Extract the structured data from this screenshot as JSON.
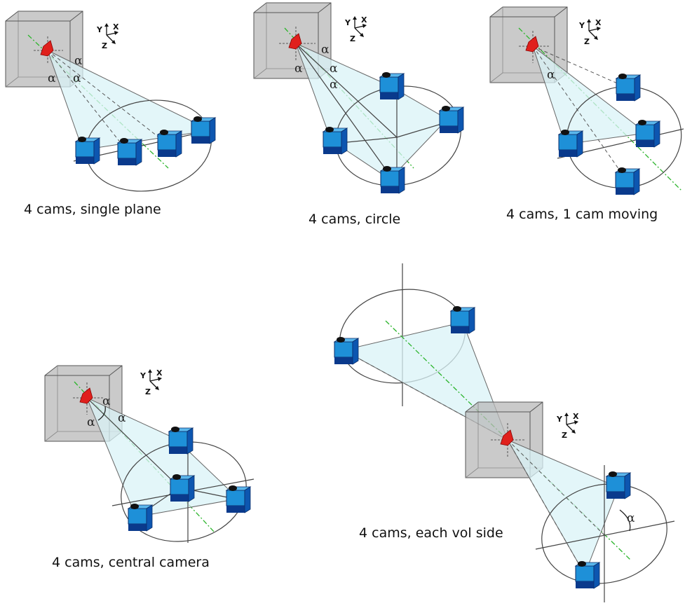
{
  "figure": {
    "panels": [
      {
        "id": "single-plane",
        "caption": "4 cams, single plane"
      },
      {
        "id": "circle",
        "caption": "4 cams, circle"
      },
      {
        "id": "one-cam-moving",
        "caption": "4 cams, 1 cam moving"
      },
      {
        "id": "central",
        "caption": "4 cams, central camera"
      },
      {
        "id": "each-side",
        "caption": "4 cams, each vol side"
      }
    ],
    "angle_symbol": "α",
    "axis_labels": {
      "x": "X",
      "y": "Y",
      "z": "Z"
    }
  },
  "colors": {
    "camera_body": "#1e90d8",
    "camera_dark": "#0a3a8c",
    "volume_fill": "#b8b8b8",
    "frustum_fill": "#d9f3f7",
    "optical_axis": "#2db52d",
    "particle": "#e0201c"
  }
}
